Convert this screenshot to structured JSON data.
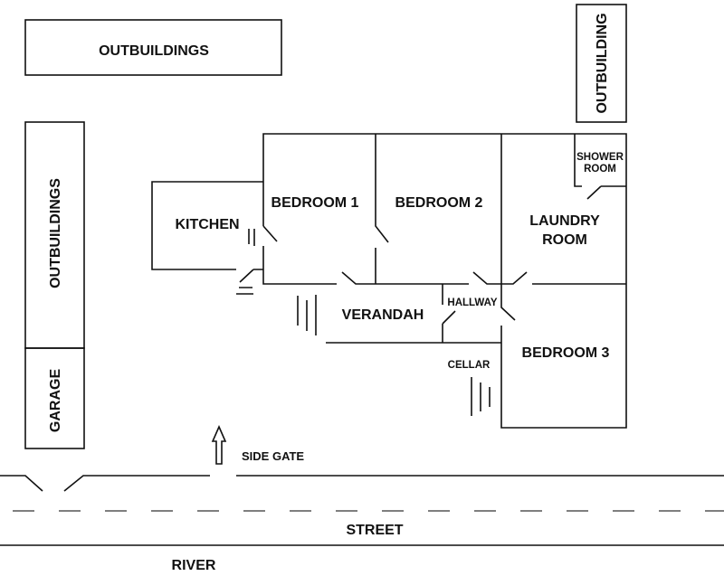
{
  "title": "Property floor plan",
  "labels": {
    "outbuildings_top": "OUTBUILDINGS",
    "outbuilding_right": "OUTBUILDING",
    "outbuildings_left": "OUTBUILDINGS",
    "garage": "GARAGE",
    "kitchen": "KITCHEN",
    "bedroom1": "BEDROOM 1",
    "bedroom2": "BEDROOM 2",
    "laundry_line1": "LAUNDRY",
    "laundry_line2": "ROOM",
    "shower_line1": "SHOWER",
    "shower_line2": "ROOM",
    "verandah": "VERANDAH",
    "hallway": "HALLWAY",
    "cellar": "CELLAR",
    "bedroom3": "BEDROOM 3",
    "side_gate": "SIDE GATE",
    "street": "STREET",
    "river": "RIVER"
  }
}
